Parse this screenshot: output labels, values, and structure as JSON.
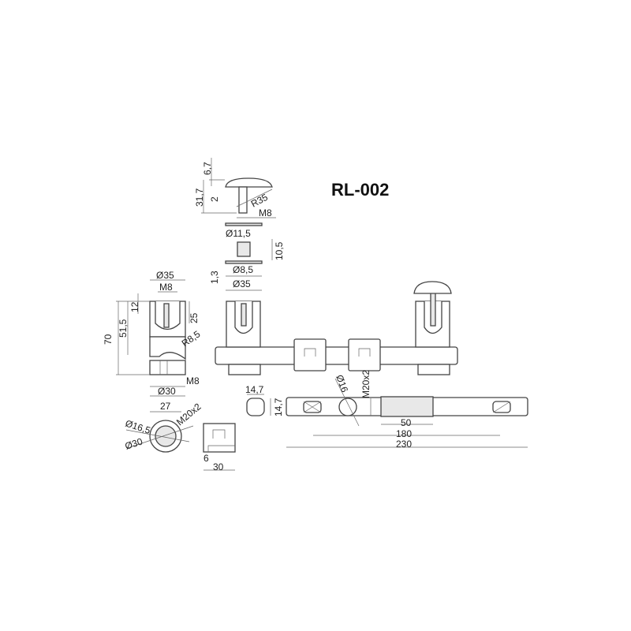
{
  "title": "RL-002",
  "pin": {
    "head_h": "6,7",
    "total_h": "31,7",
    "step": "2",
    "radius": "R35",
    "thread": "M8"
  },
  "washer": {
    "dia": "Ø11,5"
  },
  "spacer": {
    "h": "10,5",
    "washer_t": "1,3",
    "inner": "Ø8,5",
    "outer": "Ø35"
  },
  "bracket": {
    "top_dia": "Ø35",
    "top_thread": "M8",
    "slot": "12",
    "slot_depth": "25",
    "mid": "51,5",
    "height": "70",
    "radius": "R8,5",
    "bottom_thread": "M8",
    "bottom_dia": "Ø30"
  },
  "ring": {
    "width": "27",
    "inner": "Ø16,5",
    "outer": "Ø30",
    "thread": "M20x2"
  },
  "clamp": {
    "step": "6",
    "width": "30"
  },
  "bar": {
    "section_w": "14,7",
    "section_h": "14,7",
    "hole": "Ø16",
    "thread": "M20x2",
    "thread_len": "50",
    "center_dist": "180",
    "length": "230"
  }
}
